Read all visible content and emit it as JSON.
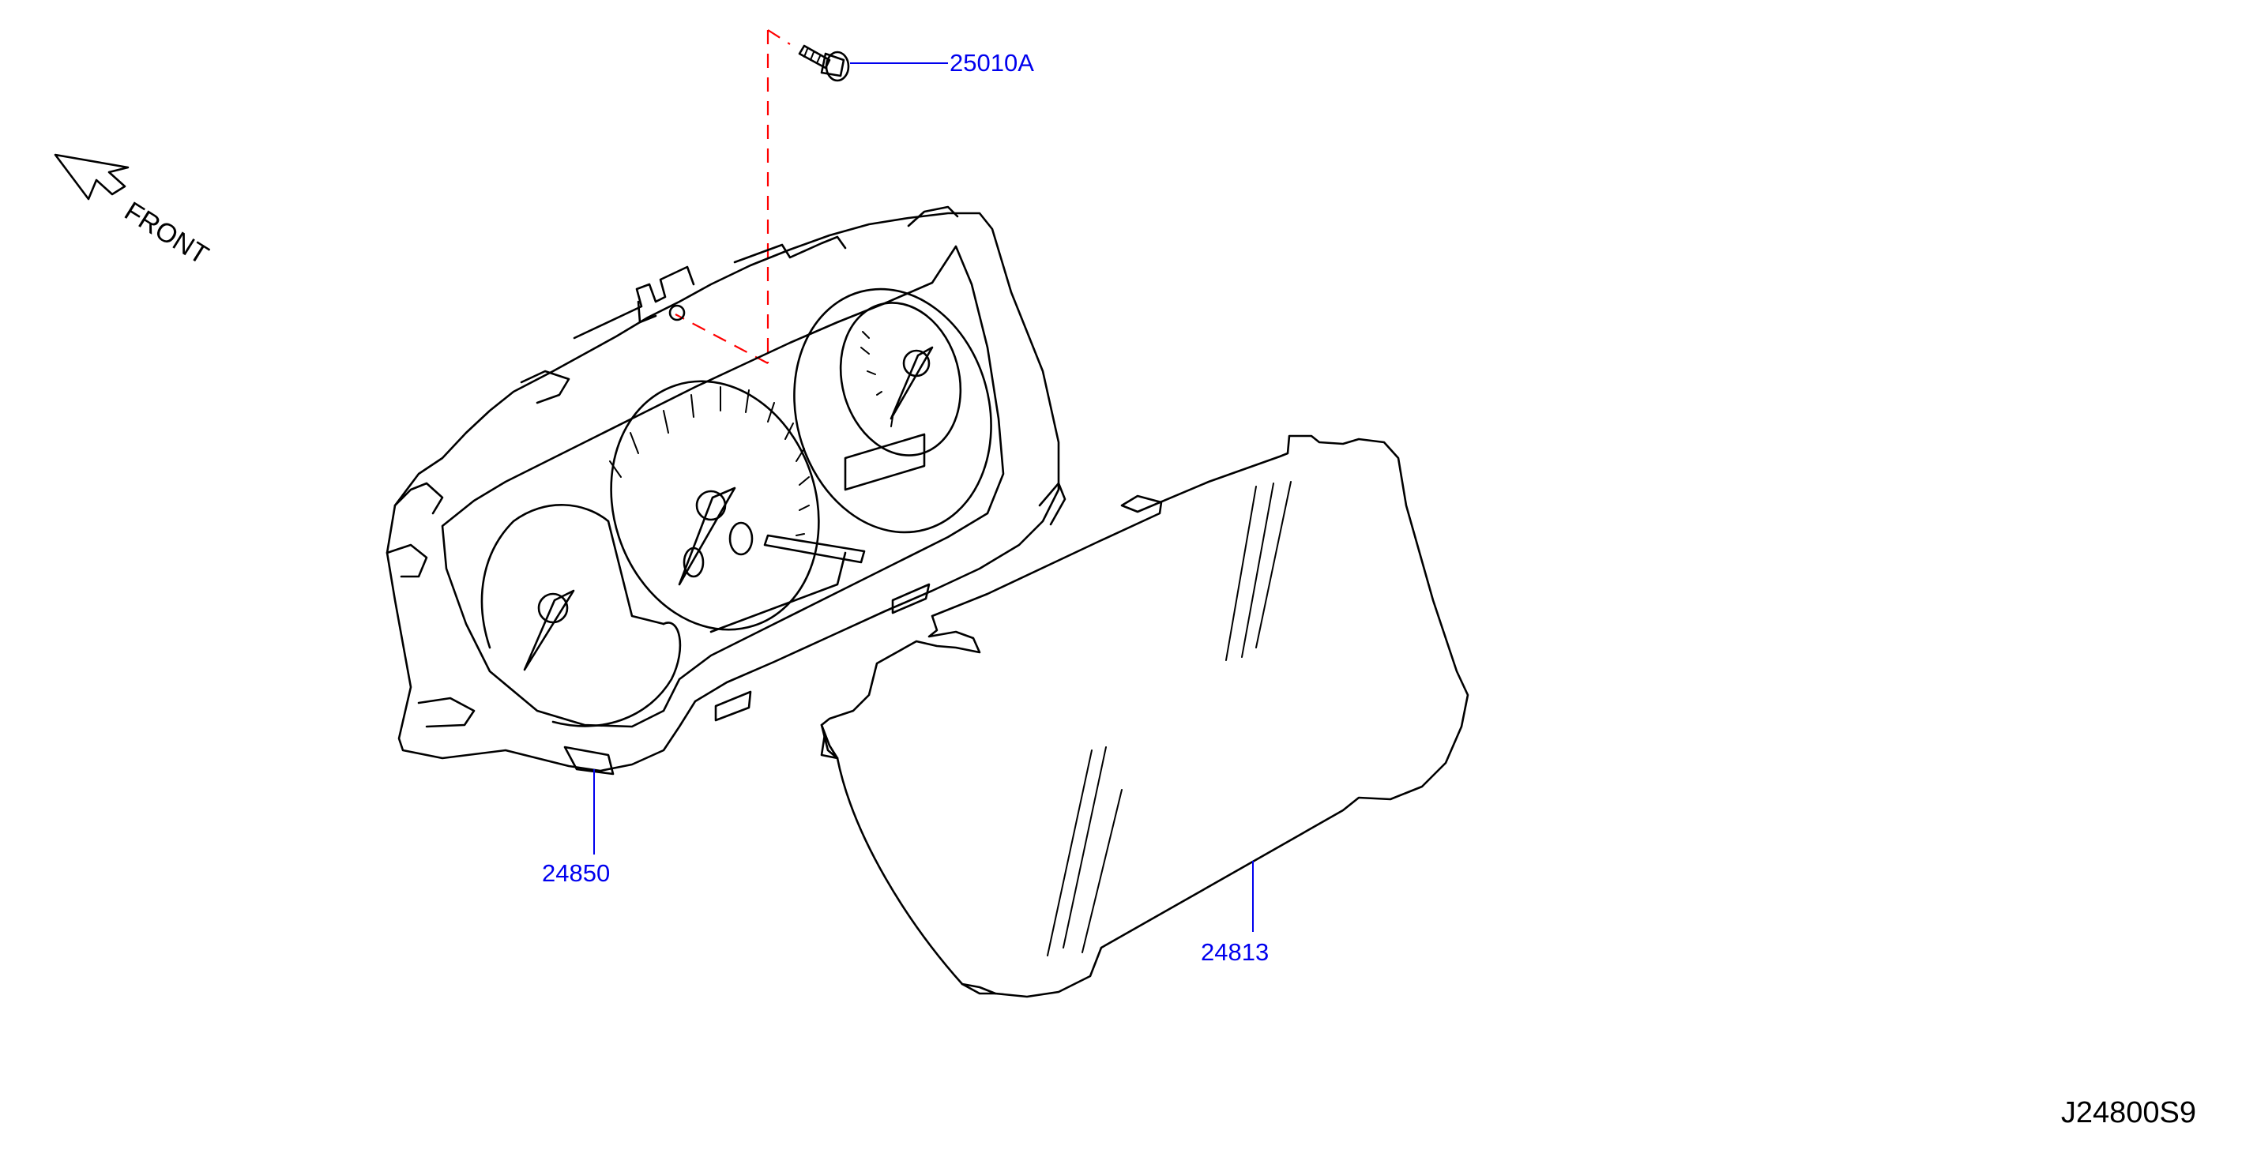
{
  "diagram": {
    "id_label": "J24800S9",
    "direction_label": "FRONT",
    "callouts": [
      {
        "part": "screw",
        "label": "25010A"
      },
      {
        "part": "combination-meter",
        "label": "24850"
      },
      {
        "part": "meter-lens",
        "label": "24813"
      }
    ]
  },
  "colors": {
    "line": "#000000",
    "callout_text": "#0000ee",
    "leader_line": "#0000ee",
    "dashed_guide": "#ff0000",
    "background": "#ffffff"
  }
}
